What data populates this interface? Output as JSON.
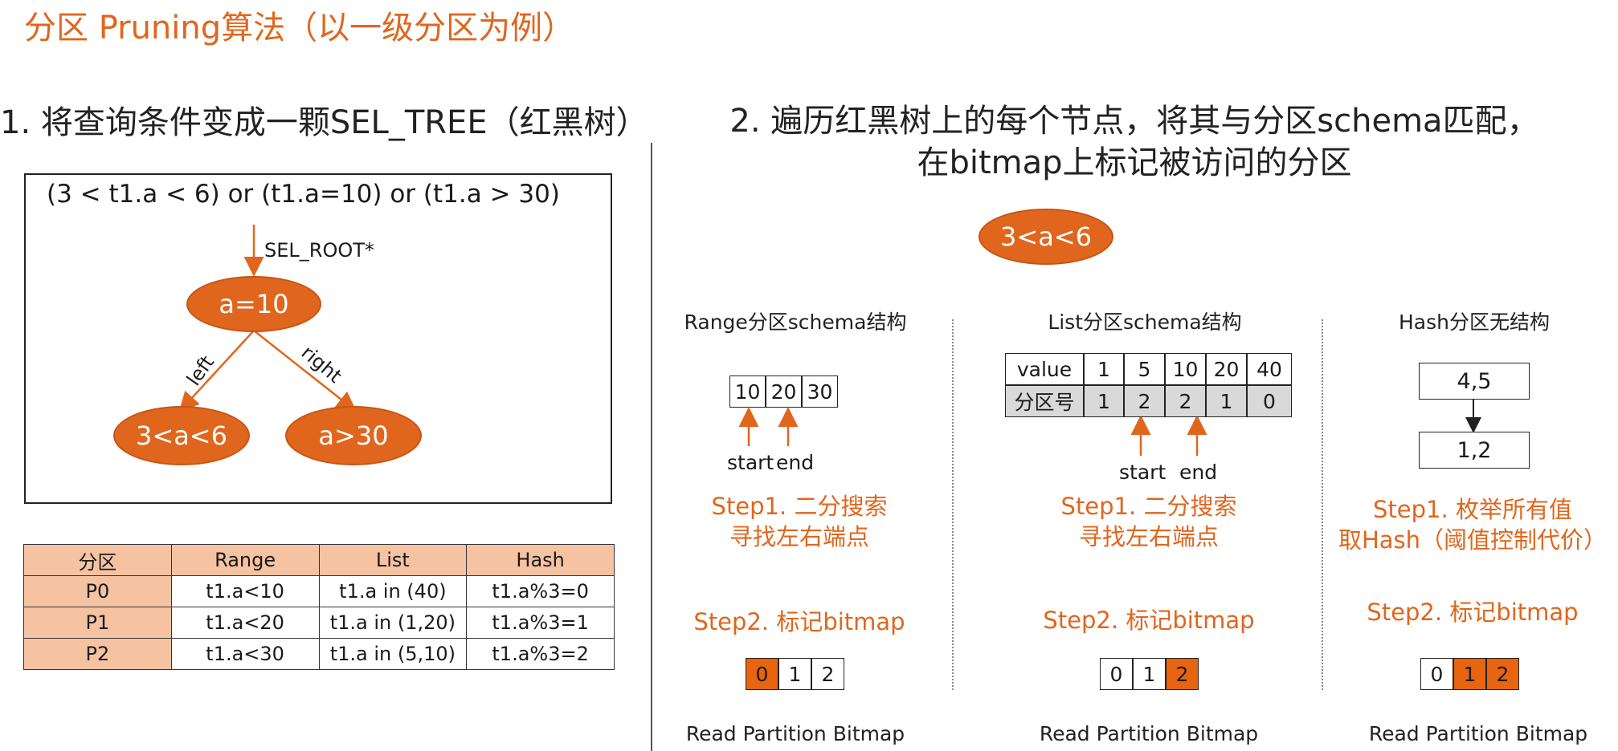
{
  "title": "分区 Pruning算法（以一级分区为例）",
  "section1": {
    "heading": "1. 将查询条件变成一颗SEL_TREE（红黑树）",
    "condition": "(3 < t1.a < 6) or (t1.a=10) or (t1.a > 30)",
    "root_label": "SEL_ROOT*",
    "root_node": "a=10",
    "left_edge": "left",
    "right_edge": "right",
    "left_node": "3<a<6",
    "right_node": "a>30",
    "table": {
      "headers": [
        "分区",
        "Range",
        "List",
        "Hash"
      ],
      "rows": [
        [
          "P0",
          "t1.a<10",
          "t1.a in (40)",
          "t1.a%3=0"
        ],
        [
          "P1",
          "t1.a<20",
          "t1.a in (1,20)",
          "t1.a%3=1"
        ],
        [
          "P2",
          "t1.a<30",
          "t1.a in (5,10)",
          "t1.a%3=2"
        ]
      ]
    }
  },
  "section2": {
    "heading_line1": "2. 遍历红黑树上的每个节点，将其与分区schema匹配，",
    "heading_line2": "在bitmap上标记被访问的分区",
    "node": "3<a<6",
    "range": {
      "title": "Range分区schema结构",
      "cells": [
        "10",
        "20",
        "30"
      ],
      "start": "start",
      "end": "end",
      "step1_line1": "Step1. 二分搜索",
      "step1_line2": "寻找左右端点",
      "step2": "Step2. 标记bitmap",
      "bitmap": [
        "0",
        "1",
        "2"
      ],
      "bitmap_label": "Read Partition Bitmap"
    },
    "list": {
      "title": "List分区schema结构",
      "row1": [
        "value",
        "1",
        "5",
        "10",
        "20",
        "40"
      ],
      "row2": [
        "分区号",
        "1",
        "2",
        "2",
        "1",
        "0"
      ],
      "start": "start",
      "end": "end",
      "step1_line1": "Step1. 二分搜索",
      "step1_line2": "寻找左右端点",
      "step2": "Step2. 标记bitmap",
      "bitmap": [
        "0",
        "1",
        "2"
      ],
      "bitmap_label": "Read Partition Bitmap"
    },
    "hash": {
      "title": "Hash分区无结构",
      "box_top": "4,5",
      "box_bottom": "1,2",
      "step1_line1": "Step1. 枚举所有值",
      "step1_line2": "取Hash（阈值控制代价）",
      "step2": "Step2. 标记bitmap",
      "bitmap": [
        "0",
        "1",
        "2"
      ],
      "bitmap_label": "Read Partition Bitmap"
    }
  },
  "colors": {
    "accent": "#e0661d",
    "table_header": "#f5c3a2",
    "gray_row": "#d9d9d9"
  }
}
